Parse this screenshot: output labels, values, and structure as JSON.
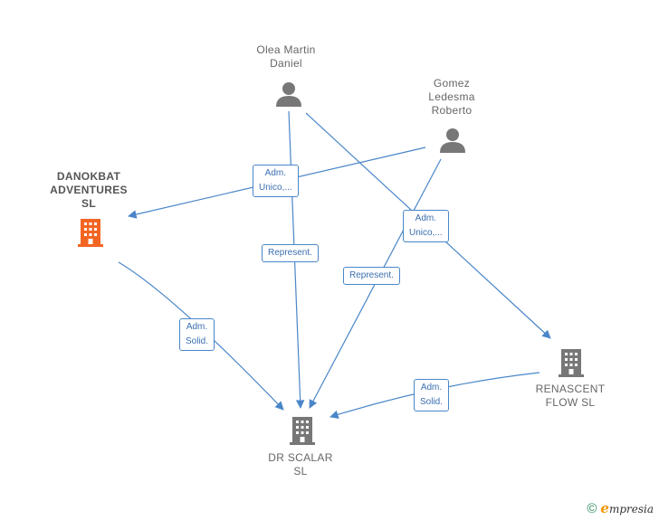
{
  "nodes": {
    "olea": {
      "label": "Olea Martin\nDaniel"
    },
    "gomez": {
      "label": "Gomez\nLedesma\nRoberto"
    },
    "danokbat": {
      "label": "DANOKBAT\nADVENTURES\nSL"
    },
    "renascent": {
      "label": "RENASCENT\nFLOW  SL"
    },
    "drscalar": {
      "label": "DR SCALAR\nSL"
    }
  },
  "edges": {
    "gomez_danokbat": "Adm.\nUnico,...",
    "olea_renascent": "Adm.\nUnico,...",
    "olea_drscalar": "Represent.",
    "gomez_drscalar": "Represent.",
    "danokbat_drscalar": "Adm.\nSolid.",
    "renascent_drscalar": "Adm.\nSolid."
  },
  "colors": {
    "edge": "#4a86c8",
    "person": "#777777",
    "company": "#777777",
    "highlight_company": "#f26522"
  },
  "footer": {
    "copyright_symbol": "©",
    "brand_initial": "e",
    "brand_rest": "mpresia"
  }
}
